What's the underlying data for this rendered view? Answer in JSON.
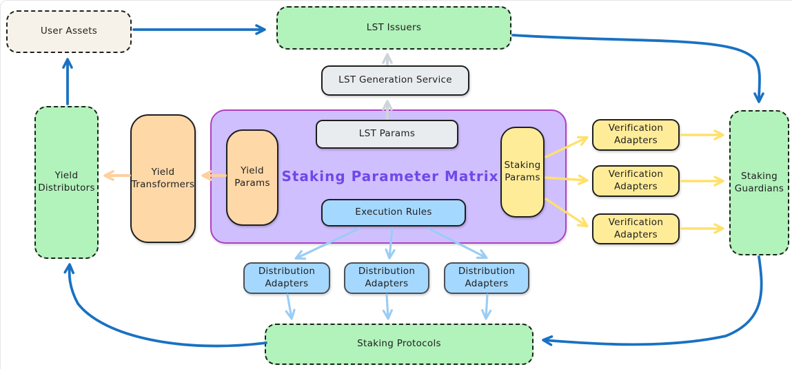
{
  "diagram": {
    "title": "Staking Parameter Matrix",
    "nodes": {
      "user_assets": "User Assets",
      "lst_issuers": "LST Issuers",
      "lst_generation_service": "LST Generation Service",
      "lst_params": "LST Params",
      "yield_params": "Yield Params",
      "staking_params": "Staking Params",
      "execution_rules": "Execution Rules",
      "yield_transformers": "Yield Transformers",
      "yield_distributors": "Yield Distributors",
      "verification_adapters": "Verification Adapters",
      "staking_guardians": "Staking Guardians",
      "distribution_adapters": "Distribution Adapters",
      "staking_protocols": "Staking Protocols"
    },
    "edges": [
      {
        "from": "user_assets",
        "to": "lst_issuers",
        "color": "blue"
      },
      {
        "from": "lst_issuers",
        "to": "staking_guardians",
        "color": "blue"
      },
      {
        "from": "lst_generation_service",
        "to": "lst_issuers",
        "color": "gray"
      },
      {
        "from": "lst_params",
        "to": "lst_generation_service",
        "color": "gray"
      },
      {
        "from": "yield_params",
        "to": "yield_transformers",
        "color": "orange"
      },
      {
        "from": "yield_transformers",
        "to": "yield_distributors",
        "color": "orange"
      },
      {
        "from": "yield_distributors",
        "to": "user_assets",
        "color": "blue"
      },
      {
        "from": "staking_params",
        "to": "verification_adapters_1",
        "color": "yellow"
      },
      {
        "from": "staking_params",
        "to": "verification_adapters_2",
        "color": "yellow"
      },
      {
        "from": "staking_params",
        "to": "verification_adapters_3",
        "color": "yellow"
      },
      {
        "from": "verification_adapters_1",
        "to": "staking_guardians",
        "color": "yellow"
      },
      {
        "from": "verification_adapters_2",
        "to": "staking_guardians",
        "color": "yellow"
      },
      {
        "from": "verification_adapters_3",
        "to": "staking_guardians",
        "color": "yellow"
      },
      {
        "from": "execution_rules",
        "to": "distribution_adapters_1",
        "color": "lightblue"
      },
      {
        "from": "execution_rules",
        "to": "distribution_adapters_2",
        "color": "lightblue"
      },
      {
        "from": "execution_rules",
        "to": "distribution_adapters_3",
        "color": "lightblue"
      },
      {
        "from": "distribution_adapters_1",
        "to": "staking_protocols",
        "color": "lightblue"
      },
      {
        "from": "distribution_adapters_2",
        "to": "staking_protocols",
        "color": "lightblue"
      },
      {
        "from": "distribution_adapters_3",
        "to": "staking_protocols",
        "color": "lightblue"
      },
      {
        "from": "staking_protocols",
        "to": "yield_distributors",
        "color": "blue"
      },
      {
        "from": "staking_guardians",
        "to": "staking_protocols",
        "color": "blue"
      }
    ],
    "colors": {
      "green_fill": "#b2f2bb",
      "beige_fill": "#f7f2e9",
      "gray_fill": "#e9ecef",
      "orange_fill": "#ffd8a8",
      "yellow_fill": "#ffec99",
      "blue_fill": "#a5d8ff",
      "purple_fill": "#d0bfff",
      "purple_border": "#ae3ec9",
      "title_text": "#7048e8",
      "arrow_blue": "#1971c2",
      "arrow_gray": "#ced4da",
      "arrow_orange": "#ffcf9e",
      "arrow_yellow": "#ffe06b",
      "arrow_lightblue": "#9bcdf4"
    }
  }
}
